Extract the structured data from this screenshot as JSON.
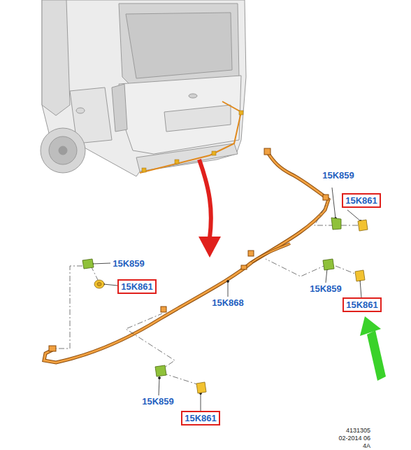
{
  "diagram": {
    "nodes": [
      {
        "text": [
          "15K861"
        ]
      },
      {
        "text": [
          "15K861"
        ]
      },
      {
        "text": [
          "15K861"
        ]
      },
      {
        "text": [
          "15K861"
        ]
      }
    ],
    "labels": [
      "15K859",
      "15K859",
      "15K868",
      "15K859",
      "15K859",
      "4131305",
      "02-2014 06",
      "4A"
    ]
  }
}
